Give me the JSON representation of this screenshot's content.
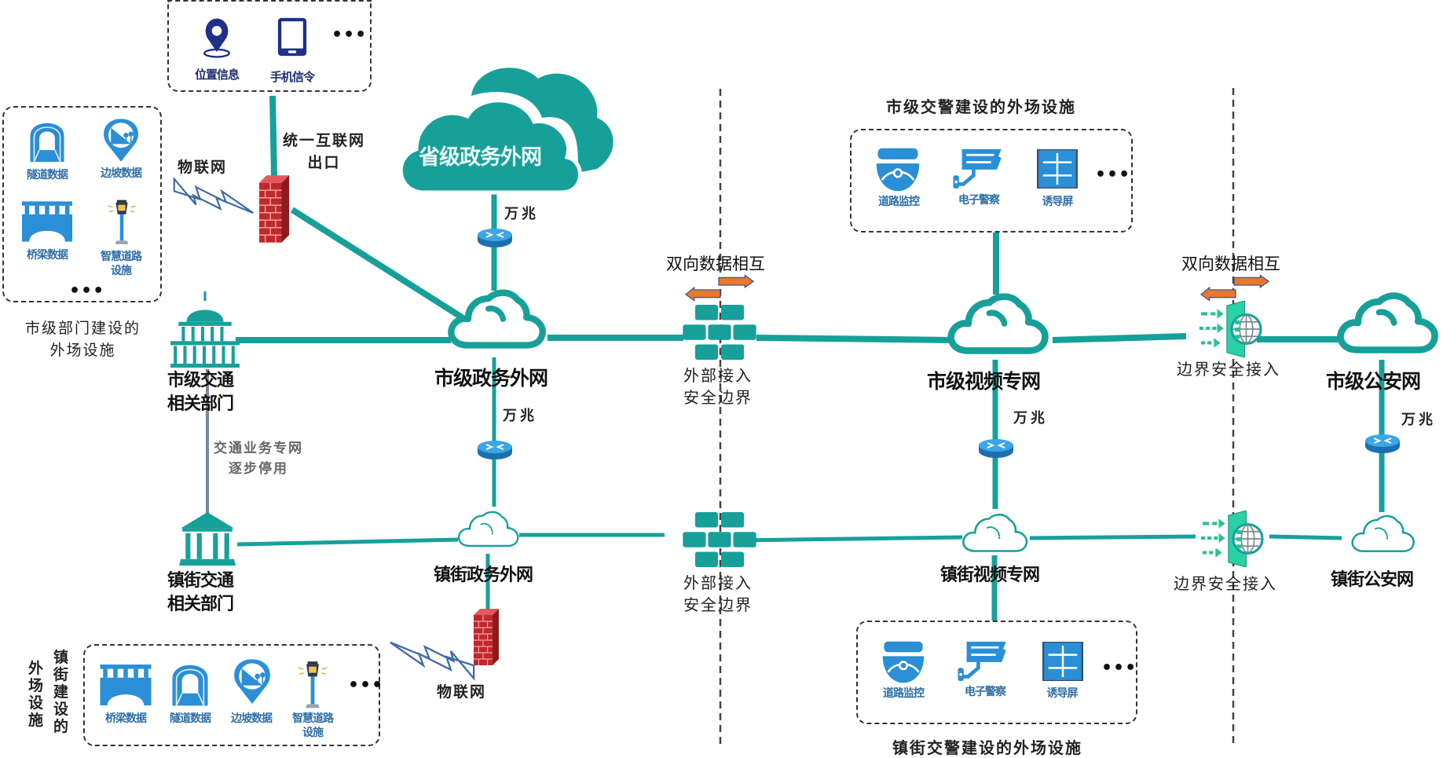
{
  "colors": {
    "teal": "#17a09a",
    "teal_dark": "#128a85",
    "icon_blue": "#2a8fd6",
    "navy": "#1f2f8a",
    "firewall_red": "#c0282c",
    "arrow_orange": "#e8782f",
    "legacy_gray": "#7a8796"
  },
  "top_box": {
    "items": [
      {
        "icon": "location-pin-icon",
        "label": "位置信息"
      },
      {
        "icon": "tablet-phone-icon",
        "label": "手机信令"
      }
    ],
    "more": "•••"
  },
  "city_field_box": {
    "items": [
      {
        "icon": "tunnel-icon",
        "label": "隧道数据"
      },
      {
        "icon": "slope-icon",
        "label": "边坡数据"
      },
      {
        "icon": "bridge-icon",
        "label": "桥梁数据"
      },
      {
        "icon": "smart-streetlight-icon",
        "label": "智慧道路",
        "label2": "设施"
      }
    ],
    "more": "•••",
    "caption_line1": "市级部门建设的",
    "caption_line2": "外场设施"
  },
  "town_field_box": {
    "items": [
      {
        "icon": "bridge-icon",
        "label": "桥梁数据"
      },
      {
        "icon": "tunnel-icon",
        "label": "隧道数据"
      },
      {
        "icon": "slope-icon",
        "label": "边坡数据"
      },
      {
        "icon": "smart-streetlight-icon",
        "label": "智慧道路",
        "label2": "设施"
      }
    ],
    "more": "•••",
    "caption_col1": "镇街建设的",
    "caption_col2": "外场设施"
  },
  "city_police_box": {
    "title": "市级交警建设的外场设施",
    "items": [
      {
        "icon": "dome-camera-icon",
        "label": "道路监控"
      },
      {
        "icon": "cctv-camera-icon",
        "label": "电子警察"
      },
      {
        "icon": "guidance-screen-icon",
        "label": "诱导屏"
      }
    ],
    "more": "•••"
  },
  "town_police_box": {
    "title": "镇街交警建设的外场设施",
    "items": [
      {
        "icon": "dome-camera-icon",
        "label": "道路监控"
      },
      {
        "icon": "cctv-camera-icon",
        "label": "电子警察"
      },
      {
        "icon": "guidance-screen-icon",
        "label": "诱导屏"
      }
    ],
    "more": "•••"
  },
  "labels": {
    "iot_top": "物联网",
    "iot_bottom": "物联网",
    "internet_exit_line1": "统一互联网",
    "internet_exit_line2": "出口",
    "bandwidth_provincial": "万兆",
    "bandwidth_city_gov": "万兆",
    "bandwidth_video": "万兆",
    "bandwidth_police": "万兆",
    "legacy_line1": "交通业务专网",
    "legacy_line2": "逐步停用",
    "exchange_left": "双向数据相互",
    "exchange_right": "双向数据相互",
    "external_access_top_line1": "外部接入",
    "external_access_top_line2": "安全边界",
    "external_access_bottom_line1": "外部接入",
    "external_access_bottom_line2": "安全边界",
    "border_access_top": "边界安全接入",
    "border_access_bottom": "边界安全接入"
  },
  "nodes": {
    "provincial_gov_net": "省级政务外网",
    "city_gov_net": "市级政务外网",
    "town_gov_net": "镇街政务外网",
    "city_video_net": "市级视频专网",
    "town_video_net": "镇街视频专网",
    "city_police_net": "市级公安网",
    "town_police_net": "镇街公安网",
    "city_transport_dept_line1": "市级交通",
    "city_transport_dept_line2": "相关部门",
    "town_transport_dept_line1": "镇街交通",
    "town_transport_dept_line2": "相关部门"
  }
}
